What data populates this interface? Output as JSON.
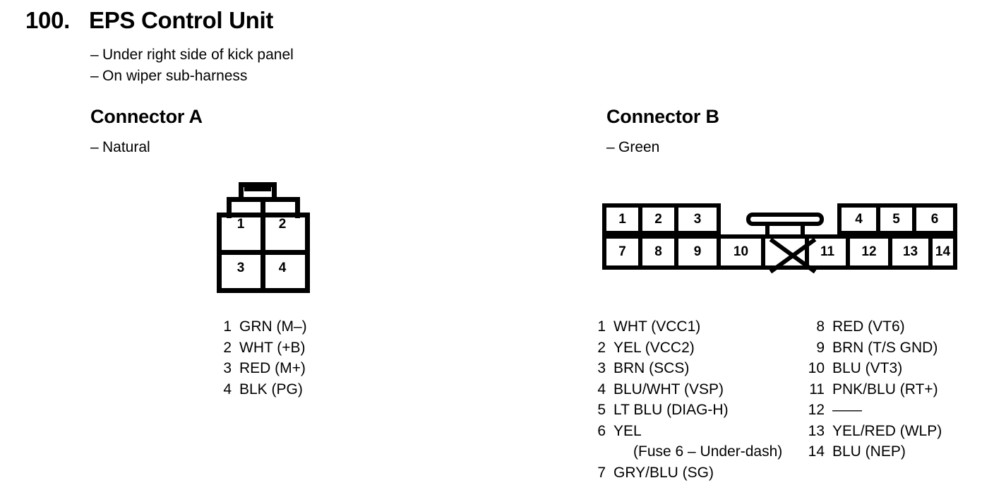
{
  "header": {
    "number": "100.",
    "title": "EPS Control Unit",
    "notes": [
      "Under right side of kick panel",
      "On wiper sub-harness"
    ],
    "dash": "–"
  },
  "connector_a": {
    "title": "Connector A",
    "color_note": "Natural",
    "diagram": {
      "pin_labels": [
        "1",
        "2",
        "3",
        "4"
      ]
    },
    "pins": [
      {
        "num": "1",
        "desc": "GRN (M–)"
      },
      {
        "num": "2",
        "desc": "WHT (+B)"
      },
      {
        "num": "3",
        "desc": "RED (M+)"
      },
      {
        "num": "4",
        "desc": "BLK (PG)"
      }
    ]
  },
  "connector_b": {
    "title": "Connector B",
    "color_note": "Green",
    "diagram": {
      "top_row": [
        "1",
        "2",
        "3",
        "4",
        "5",
        "6"
      ],
      "bottom_row": [
        "7",
        "8",
        "9",
        "10",
        "11",
        "12",
        "13",
        "14"
      ],
      "blank_cell": ""
    },
    "pins_left": [
      {
        "num": "1",
        "desc": "WHT (VCC1)"
      },
      {
        "num": "2",
        "desc": "YEL (VCC2)"
      },
      {
        "num": "3",
        "desc": "BRN (SCS)"
      },
      {
        "num": "4",
        "desc": "BLU/WHT (VSP)"
      },
      {
        "num": "5",
        "desc": "LT BLU (DIAG-H)"
      },
      {
        "num": "6",
        "desc": "YEL"
      },
      {
        "num": "",
        "desc": "(Fuse 6 – Under-dash)"
      },
      {
        "num": "7",
        "desc": "GRY/BLU (SG)"
      }
    ],
    "pins_right": [
      {
        "num": "8",
        "desc": "RED (VT6)"
      },
      {
        "num": "9",
        "desc": "BRN (T/S GND)"
      },
      {
        "num": "10",
        "desc": "BLU (VT3)"
      },
      {
        "num": "11",
        "desc": "PNK/BLU (RT+)"
      },
      {
        "num": "12",
        "desc": "——"
      },
      {
        "num": "13",
        "desc": "YEL/RED (WLP)"
      },
      {
        "num": "14",
        "desc": "BLU (NEP)"
      }
    ]
  },
  "colors": {
    "ink": "#000000",
    "paper": "#ffffff"
  }
}
